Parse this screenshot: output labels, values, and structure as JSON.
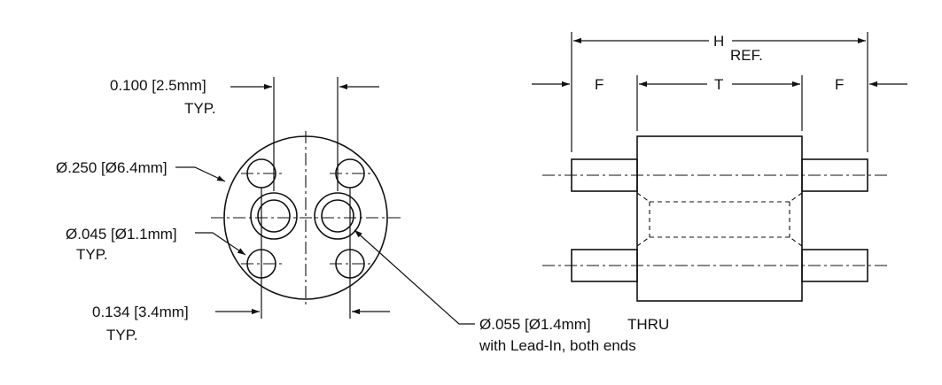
{
  "end_view": {
    "pin_spacing_label": "0.100 [2.5mm]",
    "pin_spacing_typ": "TYP.",
    "diameter_label": "Ø.250 [Ø6.4mm]",
    "small_hole_label": "Ø.045 [Ø1.1mm]",
    "small_hole_typ": "TYP.",
    "hole_spacing_label": "0.134 [3.4mm]",
    "hole_spacing_typ": "TYP.",
    "thru_hole_label": "Ø.055 [Ø1.4mm]",
    "thru_label": "THRU",
    "lead_in_label": "with Lead-In, both ends"
  },
  "side_view": {
    "height_label": "H",
    "ref_label": "REF.",
    "left_f_label": "F",
    "thickness_label": "T",
    "right_f_label": "F"
  }
}
